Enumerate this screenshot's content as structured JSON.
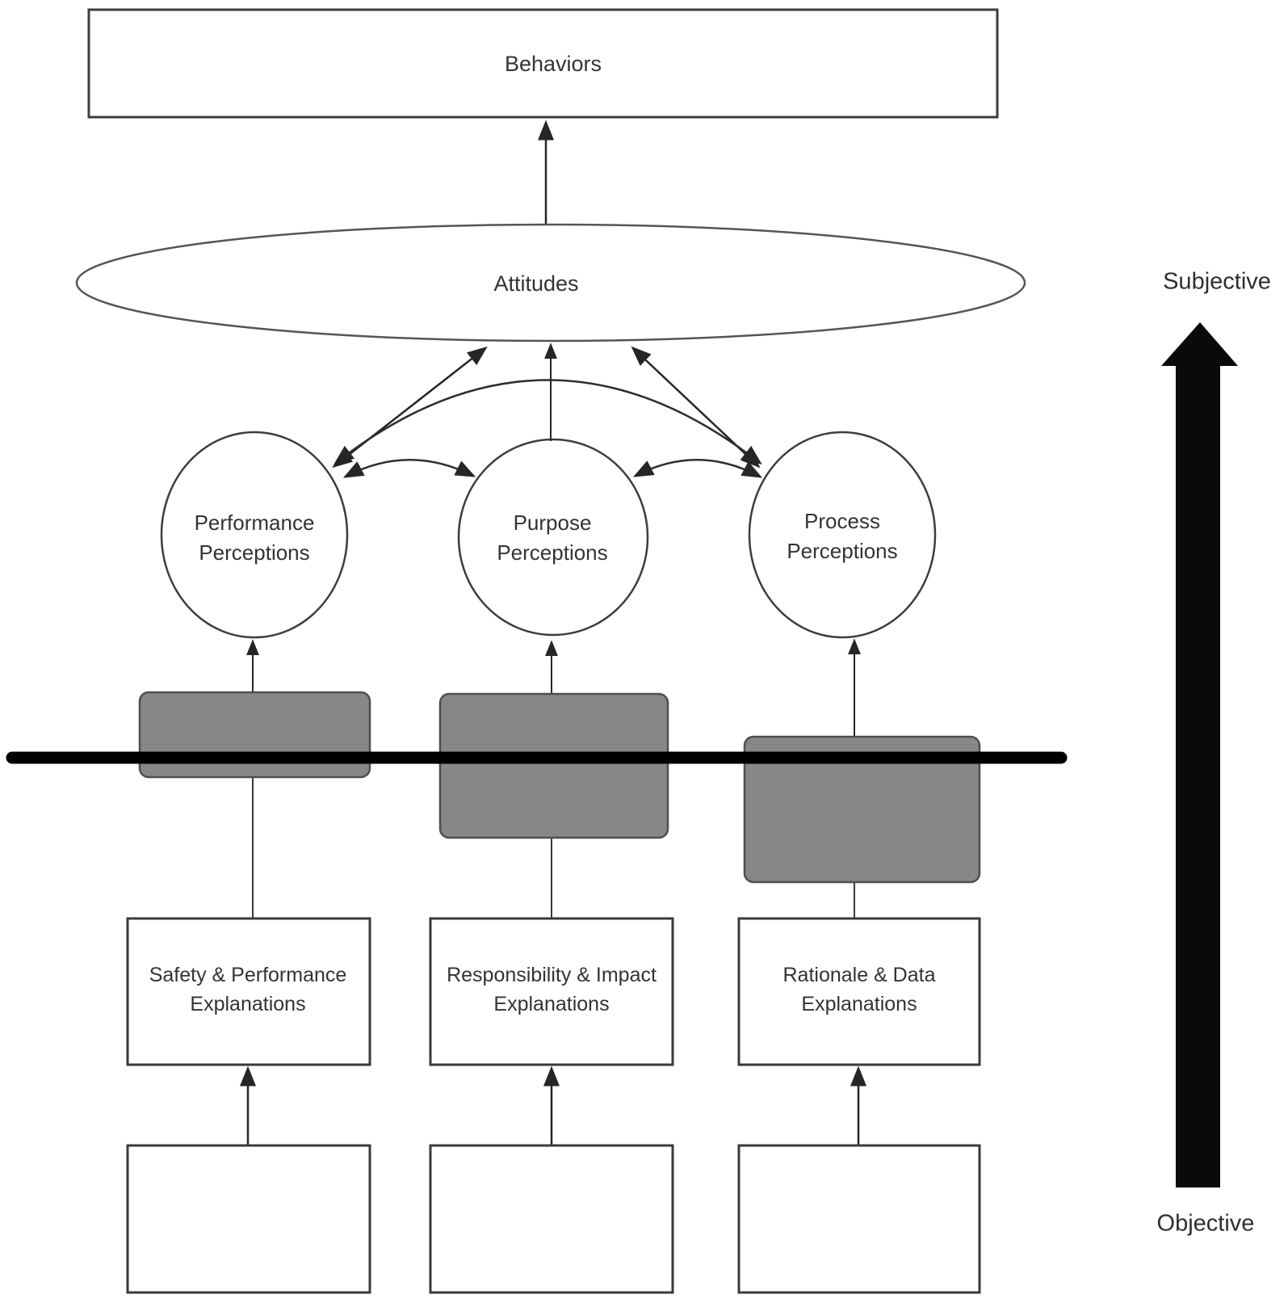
{
  "title": "Explanation-to-Behavior path diagram",
  "colors": {
    "gray_box_fill": "#878787",
    "gray_box_stroke": "#4f4f4f",
    "shape_stroke": "#3d3d3d",
    "arrow_stroke": "#262626",
    "divider_black": "#000000",
    "axis_black": "#0a0a0a",
    "text": "#333336"
  },
  "nodes": {
    "behaviors": {
      "label": "Behaviors"
    },
    "attitudes": {
      "label": "Attitudes"
    },
    "perceptions": [
      {
        "line1": "Performance",
        "line2": "Perceptions"
      },
      {
        "line1": "Purpose",
        "line2": "Perceptions"
      },
      {
        "line1": "Process",
        "line2": "Perceptions"
      }
    ],
    "explanations": [
      {
        "line1": "Safety & Performance",
        "line2": "Explanations"
      },
      {
        "line1": "Responsibility & Impact",
        "line2": "Explanations"
      },
      {
        "line1": "Rationale & Data",
        "line2": "Explanations"
      }
    ],
    "empty_boxes": [
      {
        "label": ""
      },
      {
        "label": ""
      },
      {
        "label": ""
      }
    ]
  },
  "axis": {
    "top_label": "Subjective",
    "bottom_label": "Objective",
    "icon": "up-block-arrow-icon"
  },
  "icons": {
    "arrowhead": "triangle-arrowhead-icon",
    "divider": "horizontal-divider-line"
  }
}
